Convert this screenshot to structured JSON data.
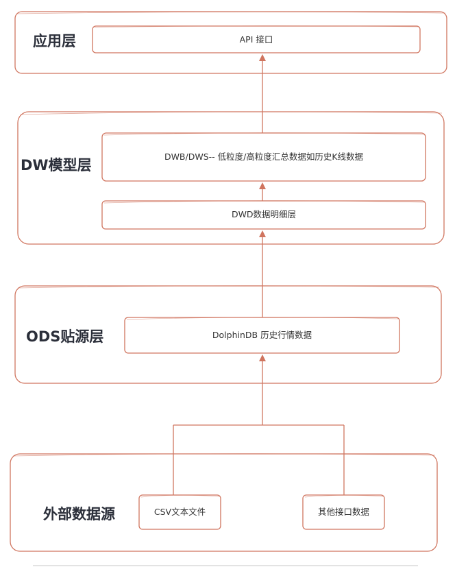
{
  "colors": {
    "stroke": "#d0755f",
    "title": "#2b2f3a",
    "text": "#333333"
  },
  "layers": {
    "app": {
      "title": "应用层",
      "boxes": {
        "api": "API 接口"
      }
    },
    "dw": {
      "title": "DW模型层",
      "boxes": {
        "dwb": "DWB/DWS-- 低粒度/高粒度汇总数据如历史K线数据",
        "dwd": "DWD数据明细层"
      }
    },
    "ods": {
      "title": "ODS贴源层",
      "boxes": {
        "dolphindb": "DolphinDB 历史行情数据"
      }
    },
    "ext": {
      "title": "外部数据源",
      "boxes": {
        "csv": "CSV文本文件",
        "other": "其他接口数据"
      }
    }
  }
}
